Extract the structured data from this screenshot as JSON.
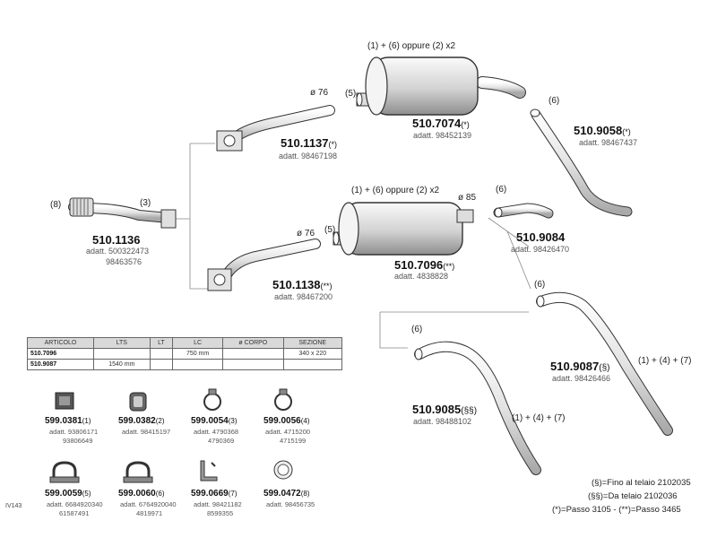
{
  "parts": [
    {
      "id": "p1136",
      "code": "510.1136",
      "note": "",
      "sub": [
        "adatt. 500322473",
        "98463576"
      ]
    },
    {
      "id": "p1137",
      "code": "510.1137",
      "note": "(*)",
      "sub": [
        "adatt. 98467198"
      ]
    },
    {
      "id": "p1138",
      "code": "510.1138",
      "note": "(**)",
      "sub": [
        "adatt. 98467200"
      ]
    },
    {
      "id": "p7074",
      "code": "510.7074",
      "note": "(*)",
      "sub": [
        "adatt. 98452139"
      ]
    },
    {
      "id": "p7096",
      "code": "510.7096",
      "note": "(**)",
      "sub": [
        "adatt. 4838828"
      ]
    },
    {
      "id": "p9058",
      "code": "510.9058",
      "note": "(*)",
      "sub": [
        "adatt. 98467437"
      ]
    },
    {
      "id": "p9084",
      "code": "510.9084",
      "note": "",
      "sub": [
        "adatt. 98426470"
      ]
    },
    {
      "id": "p9087",
      "code": "510.9087",
      "note": "(§)",
      "sub": [
        "adatt. 98426466"
      ]
    },
    {
      "id": "p9085",
      "code": "510.9085",
      "note": "(§§)",
      "sub": [
        "adatt. 98488102"
      ]
    }
  ],
  "tags": {
    "t8": "(8)",
    "t3": "(3)",
    "d76a": "ø 76",
    "d76b": "ø 76",
    "d85": "ø 85",
    "m1": "(1) + (6) oppure (2) x2",
    "m2": "(1) + (6) oppure (2) x2",
    "t5a": "(5)",
    "t5b": "(5)",
    "t6a": "(6)",
    "t6b": "(6)",
    "t6c": "(6)",
    "t6d": "(6)",
    "c1": "(1) + (4) + (7)",
    "c2": "(1) + (4) + (7)"
  },
  "spec_table": {
    "headers": [
      "ARTICOLO",
      "LTS",
      "LT",
      "LC",
      "ø CORPO",
      "SEZIONE"
    ],
    "rows": [
      [
        "510.7096",
        "",
        "",
        "750 mm",
        "",
        "340 x 220"
      ],
      [
        "510.9087",
        "1540 mm",
        "",
        "",
        "",
        ""
      ]
    ]
  },
  "accessories": [
    {
      "code": "599.0381",
      "num": "(1)",
      "sub": [
        "adatt. 93806171",
        "93806649"
      ],
      "icon": "rubber-mount-icon"
    },
    {
      "code": "599.0382",
      "num": "(2)",
      "sub": [
        "adatt. 98415197"
      ],
      "icon": "rubber-ring-icon"
    },
    {
      "code": "599.0054",
      "num": "(3)",
      "sub": [
        "adatt. 4790368",
        "4790369"
      ],
      "icon": "clamp-ring-icon"
    },
    {
      "code": "599.0056",
      "num": "(4)",
      "sub": [
        "adatt. 4715200",
        "4715199"
      ],
      "icon": "clamp-ring-icon"
    },
    {
      "code": "599.0059",
      "num": "(5)",
      "sub": [
        "adatt. 6684920340",
        "61587491"
      ],
      "icon": "u-clamp-icon"
    },
    {
      "code": "599.0060",
      "num": "(6)",
      "sub": [
        "adatt. 6764920040",
        "4819971"
      ],
      "icon": "u-clamp-icon"
    },
    {
      "code": "599.0669",
      "num": "(7)",
      "sub": [
        "adatt. 98421182",
        "8599355"
      ],
      "icon": "bracket-icon"
    },
    {
      "code": "599.0472",
      "num": "(8)",
      "sub": [
        "adatt. 98456735"
      ],
      "icon": "gasket-icon"
    }
  ],
  "legend": [
    "(§)=Fino al telaio 2102035",
    "(§§)=Da telaio 2102036",
    "(*)=Passo 3105  -  (**)=Passo 3465"
  ],
  "doc_code": "IV143"
}
